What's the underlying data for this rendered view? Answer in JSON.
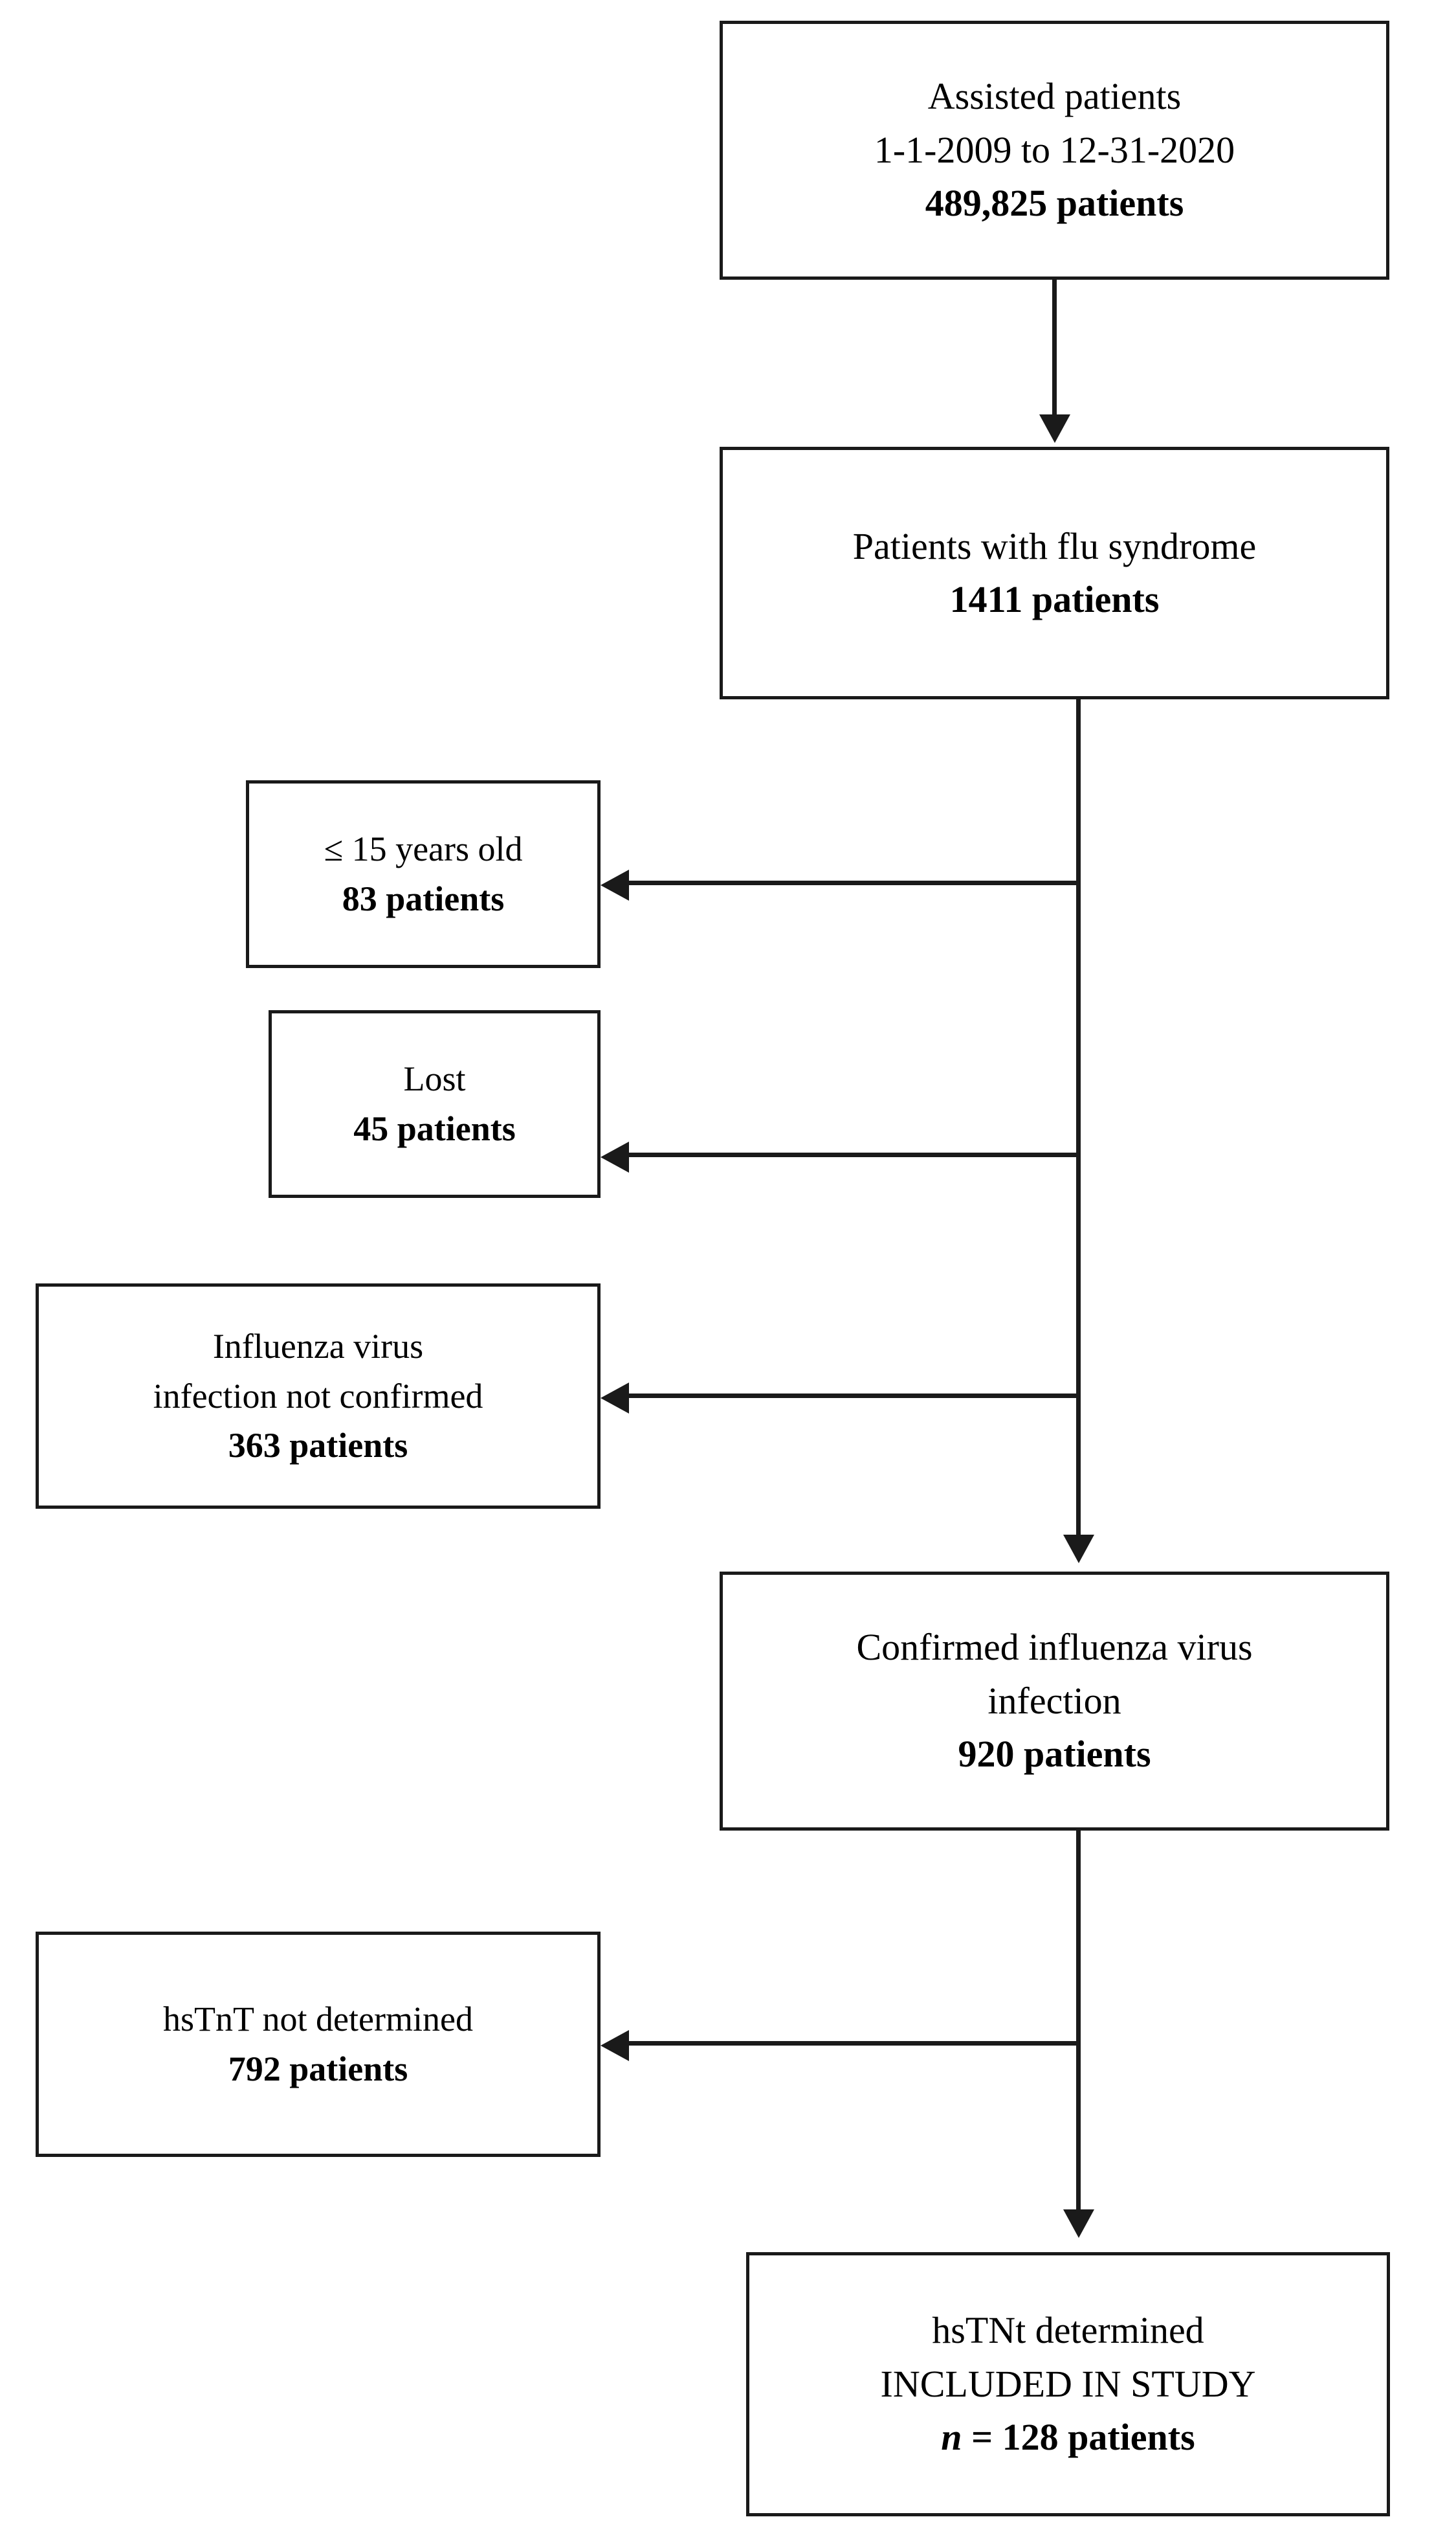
{
  "chart_data": {
    "type": "diagram",
    "title": "Patient selection flowchart",
    "nodes": [
      {
        "id": "assisted",
        "lines": [
          {
            "text": "Assisted patients",
            "bold": false
          },
          {
            "text": "1-1-2009 to 12-31-2020",
            "bold": false
          },
          {
            "text": "489,825 patients",
            "bold": true
          }
        ],
        "value": 489825
      },
      {
        "id": "flu",
        "lines": [
          {
            "text": "Patients with flu syndrome",
            "bold": false
          },
          {
            "text": "1411 patients",
            "bold": true
          }
        ],
        "value": 1411
      },
      {
        "id": "age",
        "lines": [
          {
            "text": "≤ 15 years old",
            "bold": false
          },
          {
            "text": "83 patients",
            "bold": true
          }
        ],
        "value": 83
      },
      {
        "id": "lost",
        "lines": [
          {
            "text": "Lost",
            "bold": false
          },
          {
            "text": "45 patients",
            "bold": true
          }
        ],
        "value": 45
      },
      {
        "id": "notconfirmed",
        "lines": [
          {
            "text": "Influenza virus",
            "bold": false
          },
          {
            "text": "infection not confirmed",
            "bold": false
          },
          {
            "text": "363 patients",
            "bold": true
          }
        ],
        "value": 363
      },
      {
        "id": "confirmed",
        "lines": [
          {
            "text": "Confirmed influenza virus",
            "bold": false
          },
          {
            "text": "infection",
            "bold": false
          },
          {
            "text": "920 patients",
            "bold": true
          }
        ],
        "value": 920
      },
      {
        "id": "hstnt",
        "lines": [
          {
            "text": "hsTnT not determined",
            "bold": false
          },
          {
            "text": "792 patients",
            "bold": true
          }
        ],
        "value": 792
      },
      {
        "id": "included",
        "lines": [
          {
            "text": "hsTNt determined",
            "bold": false
          },
          {
            "text": "INCLUDED IN STUDY",
            "bold": false
          },
          {
            "text": "n = 128 patients",
            "bold": true
          }
        ],
        "value": 128
      }
    ],
    "edges": [
      {
        "from": "assisted",
        "to": "flu",
        "direction": "down"
      },
      {
        "from": "flu",
        "to": "age",
        "direction": "left"
      },
      {
        "from": "flu",
        "to": "lost",
        "direction": "left"
      },
      {
        "from": "flu",
        "to": "notconfirmed",
        "direction": "left"
      },
      {
        "from": "flu",
        "to": "confirmed",
        "direction": "down"
      },
      {
        "from": "confirmed",
        "to": "hstnt",
        "direction": "left"
      },
      {
        "from": "confirmed",
        "to": "included",
        "direction": "down"
      }
    ],
    "colors": {
      "line": "#1a1a1a",
      "box_fill": "#ffffff",
      "text": "#000000"
    }
  },
  "boxes": {
    "assisted": {
      "line1": "Assisted patients",
      "line2": "1-1-2009 to 12-31-2020",
      "line3": "489,825 patients"
    },
    "flu": {
      "line1": "Patients with flu syndrome",
      "line2": "1411 patients"
    },
    "age": {
      "line1": "≤ 15 years old",
      "line2": "83 patients"
    },
    "lost": {
      "line1": "Lost",
      "line2": "45 patients"
    },
    "notconfirmed": {
      "line1": "Influenza virus",
      "line2": "infection not confirmed",
      "line3": "363 patients"
    },
    "confirmed": {
      "line1": "Confirmed influenza virus",
      "line2": "infection",
      "line3": "920 patients"
    },
    "hstnt": {
      "line1": "hsTnT not determined",
      "line2": "792 patients"
    },
    "included": {
      "line1": "hsTNt determined",
      "line2": "INCLUDED IN STUDY",
      "line3_prefix": "n",
      "line3_suffix": " = 128 patients"
    }
  }
}
